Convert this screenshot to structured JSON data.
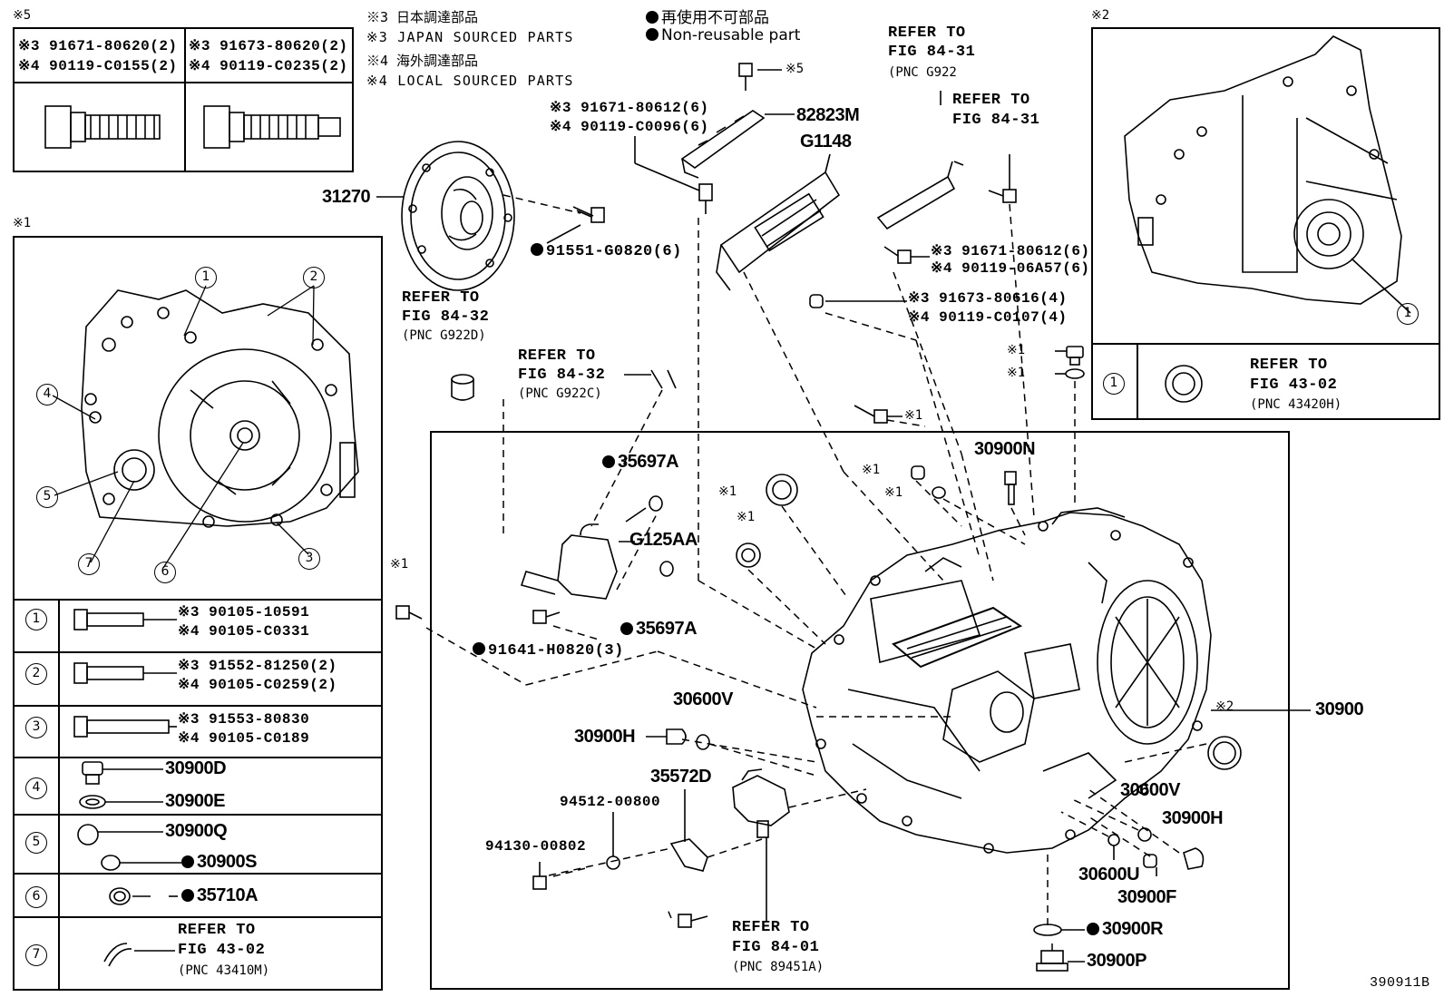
{
  "legend": {
    "jp_sourced_jp": "※3 日本調達部品",
    "jp_sourced_en": "※3 JAPAN SOURCED PARTS",
    "local_sourced_jp": "※4 海外調達部品",
    "local_sourced_en": "※4 LOCAL SOURCED PARTS",
    "nonreuse_jp": "再使用不可部品",
    "nonreuse_en": "Non-reusable part"
  },
  "box5": {
    "tag": "※5",
    "left_a": "※3 91671-80620(2)",
    "left_b": "※4 90119-C0155(2)",
    "right_a": "※3 91673-80620(2)",
    "right_b": "※4 90119-C0235(2)"
  },
  "box1": {
    "tag": "※1",
    "rows": [
      {
        "num": "1",
        "a": "※3 90105-10591",
        "b": "※4 90105-C0331"
      },
      {
        "num": "2",
        "a": "※3 91552-81250(2)",
        "b": "※4 90105-C0259(2)"
      },
      {
        "num": "3",
        "a": "※3 91553-80830",
        "b": "※4 90105-C0189"
      },
      {
        "num": "4",
        "a": "30900D",
        "b": "30900E"
      },
      {
        "num": "5",
        "a": "30900Q",
        "b": "30900S"
      },
      {
        "num": "6",
        "a": "35710A",
        "b": ""
      },
      {
        "num": "7",
        "a": "REFER TO",
        "b": "FIG 43-02",
        "c": "(PNC 43410M)"
      }
    ],
    "callouts": [
      "1",
      "2",
      "3",
      "4",
      "5",
      "6",
      "7"
    ]
  },
  "box2": {
    "tag": "※2",
    "num": "1",
    "refer": "REFER TO",
    "fig": "FIG 43-02",
    "pnc": "(PNC 43420H)"
  },
  "labels": {
    "p31270": "31270",
    "p91551": "91551-G0820(6)",
    "refer_a": "REFER TO",
    "fig_a": "FIG 84-32",
    "pnc_a": "(PNC G922D)",
    "refer_b": "REFER TO",
    "fig_b": "FIG 84-32",
    "pnc_b": "(PNC G922C)",
    "p35697a_1": "35697A",
    "g125aa": "G125AA",
    "p35697a_2": "35697A",
    "p91641": "91641-H0820(3)",
    "s5_bolt": "※5",
    "p82823m": "82823M",
    "g1148": "G1148",
    "bolt6_a": "※3 91671-80612(6)",
    "bolt6_b": "※4 90119-C0096(6)",
    "refer_c": "REFER TO",
    "fig_c": "FIG 84-31",
    "pnc_c": "(PNC G922",
    "refer_d": "REFER TO",
    "fig_d": "FIG 84-31",
    "bolt7_a": "※3 91671-80612(6)",
    "bolt7_b": "※4 90119-06A57(6)",
    "bolt8_a": "※3 91673-80616(4)",
    "bolt8_b": "※4 90119-C0107(4)",
    "s1_a": "※1",
    "s1_b": "※1",
    "s1_c": "※1",
    "s1_d": "※1",
    "s1_e": "※1",
    "s1_f": "※1",
    "s1_g": "※1",
    "s1_h": "※1",
    "p30900n": "30900N",
    "p30900": "30900",
    "s2": "※2",
    "p30600v_1": "30600V",
    "p30900h_1": "30900H",
    "p35572d": "35572D",
    "p94512": "94512-00800",
    "p94130": "94130-00802",
    "refer_e": "REFER TO",
    "fig_e": "FIG 84-01",
    "pnc_e": "(PNC 89451A)",
    "p30600v_2": "30600V",
    "p30900h_2": "30900H",
    "p30600u": "30600U",
    "p30900f": "30900F",
    "p30900r": "30900R",
    "p30900p": "30900P",
    "figno": "390911B"
  }
}
